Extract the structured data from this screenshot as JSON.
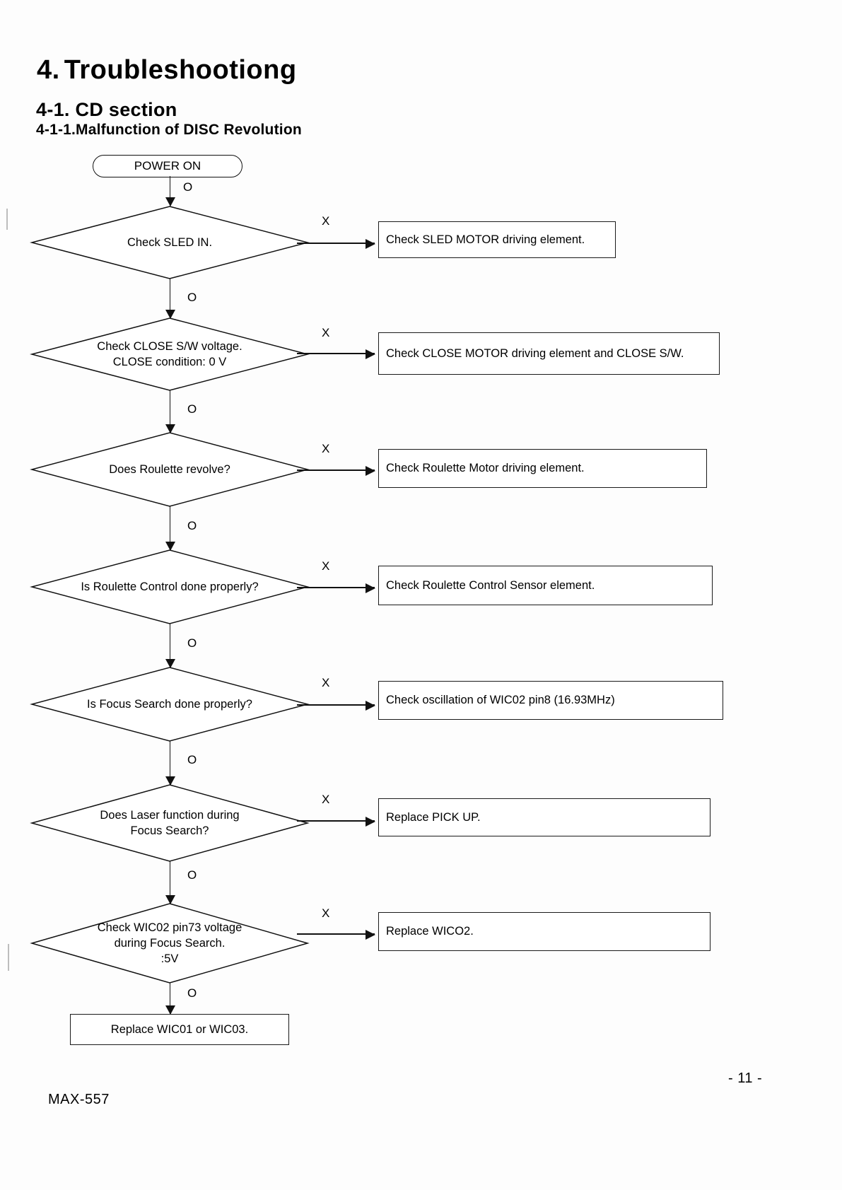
{
  "document": {
    "title_number": "4.",
    "title_text": "Troubleshootiong",
    "section": "4-1. CD section",
    "subsection": "4-1-1.Malfunction of DISC Revolution",
    "footer_model": "MAX-557",
    "page_number": "- 11 -"
  },
  "flow": {
    "start": {
      "label": "POWER ON"
    },
    "yes_marker": "O",
    "no_marker": "X",
    "steps": [
      {
        "question": [
          "Check SLED IN."
        ],
        "action": "Check SLED MOTOR driving element.",
        "no_label": "X",
        "yes_label": "O"
      },
      {
        "question": [
          "Check CLOSE S/W voltage.",
          "CLOSE condition: 0 V"
        ],
        "action": "Check CLOSE MOTOR driving element and CLOSE S/W.",
        "no_label": "X",
        "yes_label": "O"
      },
      {
        "question": [
          "Does Roulette revolve?"
        ],
        "action": "Check Roulette Motor driving element.",
        "no_label": "X",
        "yes_label": "O"
      },
      {
        "question": [
          "Is Roulette Control done properly?"
        ],
        "action": "Check Roulette Control Sensor element.",
        "no_label": "X",
        "yes_label": "O"
      },
      {
        "question": [
          "Is Focus Search done properly?"
        ],
        "action": "Check oscillation of WIC02 pin8 (16.93MHz)",
        "no_label": "X",
        "yes_label": "O"
      },
      {
        "question": [
          "Does Laser function during",
          "Focus Search?"
        ],
        "action": "Replace PICK UP.",
        "no_label": "X",
        "yes_label": "O"
      },
      {
        "question": [
          "Check WIC02 pin73 voltage",
          "during Focus Search.",
          ":5V"
        ],
        "action": "Replace WICO2.",
        "no_label": "X",
        "yes_label": "O"
      }
    ],
    "end": {
      "label": "Replace WIC01 or WIC03."
    }
  }
}
